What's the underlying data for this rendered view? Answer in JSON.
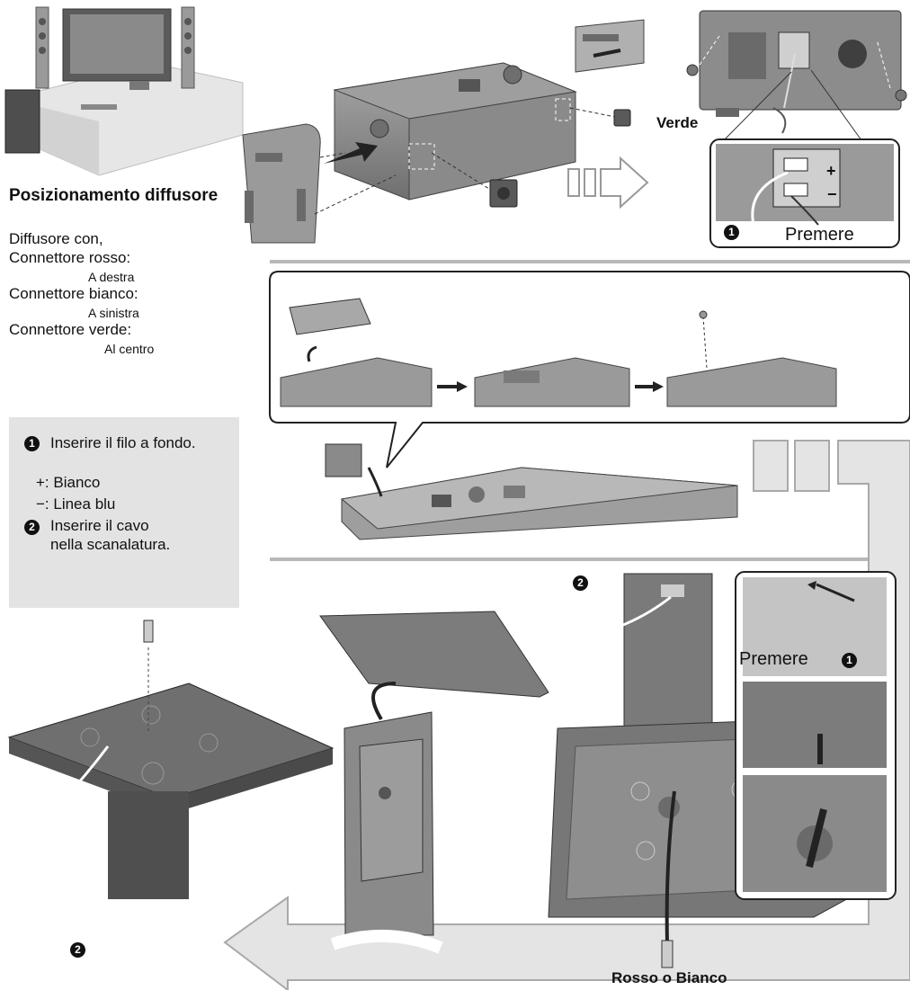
{
  "placement": {
    "title": "Posizionamento diffusore",
    "intro": "Diffusore con,",
    "connectors": [
      {
        "label": "Connettore rosso:",
        "position": "A destra"
      },
      {
        "label": "Connettore bianco:",
        "position": "A sinistra"
      },
      {
        "label": "Connettore verde:",
        "position": "Al centro"
      }
    ]
  },
  "notes": {
    "step1_text": "Inserire il filo a fondo.",
    "plus_label": "+: Bianco",
    "minus_label": "−: Linea blu",
    "step2_text": "Inserire il cavo nella scanalatura."
  },
  "badges": {
    "one": "1",
    "two": "2"
  },
  "labels": {
    "verde": "Verde",
    "premere": "Premere",
    "plus_sign": "+",
    "minus_sign": "−",
    "rosso_bianco": "Rosso o Bianco"
  },
  "colors": {
    "panel_bg": "#e3e3e3",
    "device_gray": "#8c8c8c",
    "flow_arrow": "#e0e0e0",
    "badge": "#111111"
  }
}
